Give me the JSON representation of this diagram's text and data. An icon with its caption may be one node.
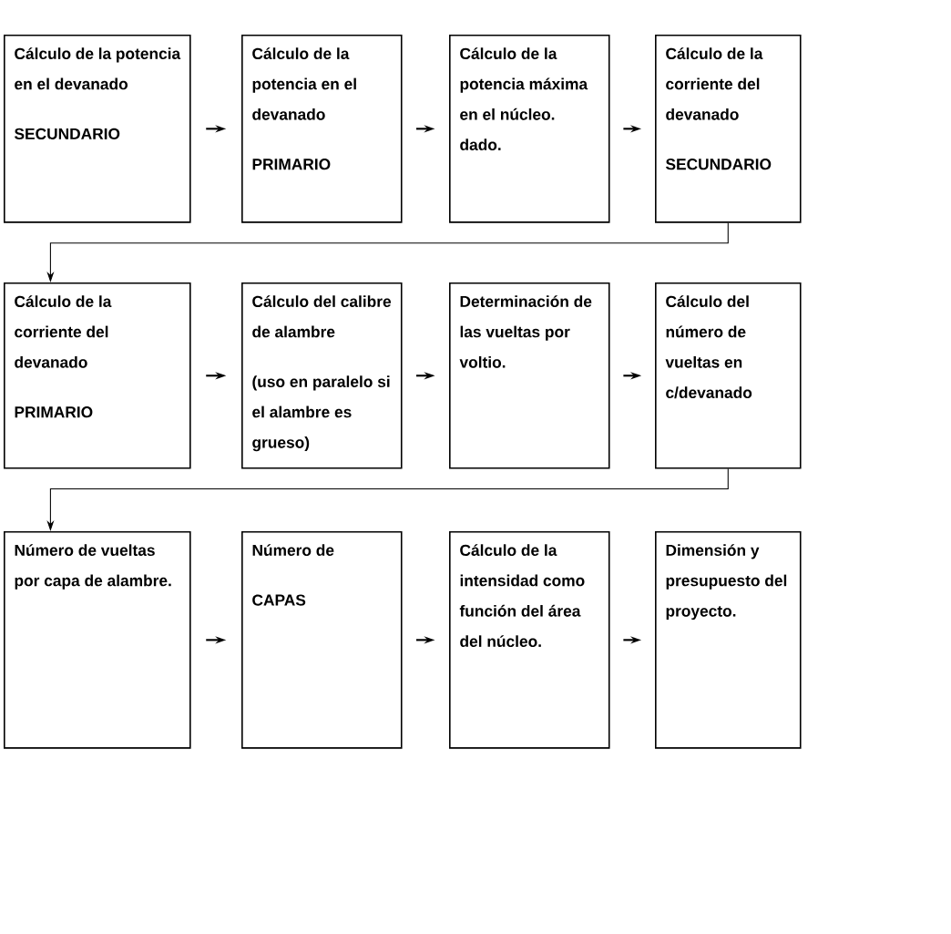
{
  "diagram": {
    "nodes": [
      {
        "text": [
          "Cálculo de la potencia en el devanado",
          "SECUNDARIO"
        ]
      },
      {
        "text": [
          "Cálculo de la potencia en el devanado",
          "PRIMARIO"
        ]
      },
      {
        "text": [
          "Cálculo de la potencia máxima en el núcleo. dado."
        ]
      },
      {
        "text": [
          "Cálculo de la corriente del devanado",
          "SECUNDARIO"
        ]
      },
      {
        "text": [
          "Cálculo de la corriente del devanado",
          "PRIMARIO"
        ]
      },
      {
        "text": [
          "Cálculo del calibre de alambre",
          "(uso en paralelo si el alambre es grueso)"
        ]
      },
      {
        "text": [
          "Determinación de las vueltas por voltio."
        ]
      },
      {
        "text": [
          "Cálculo del número de vueltas en c/devanado"
        ]
      },
      {
        "text": [
          "Número de vueltas por capa de alambre."
        ]
      },
      {
        "text": [
          "Número de",
          "CAPAS"
        ]
      },
      {
        "text": [
          "Cálculo de la intensidad como función del área del núcleo."
        ]
      },
      {
        "text": [
          "Dimensión y presupuesto del proyecto."
        ]
      }
    ],
    "edges": [
      {
        "from": 0,
        "to": 1,
        "arrow": "to"
      },
      {
        "from": 1,
        "to": 2,
        "arrow": "to"
      },
      {
        "from": 2,
        "to": 3,
        "arrow": "to"
      },
      {
        "from": 3,
        "to": 4,
        "arrow": "to"
      },
      {
        "from": 4,
        "to": 5,
        "arrow": "to"
      },
      {
        "from": 5,
        "to": 6,
        "arrow": "to"
      },
      {
        "from": 6,
        "to": 7,
        "arrow": "to"
      },
      {
        "from": 7,
        "to": 8,
        "arrow": "to"
      },
      {
        "from": 8,
        "to": 9,
        "arrow": "to"
      },
      {
        "from": 9,
        "to": 10,
        "arrow": "to"
      },
      {
        "from": 10,
        "to": 11,
        "arrow": "to"
      }
    ]
  }
}
